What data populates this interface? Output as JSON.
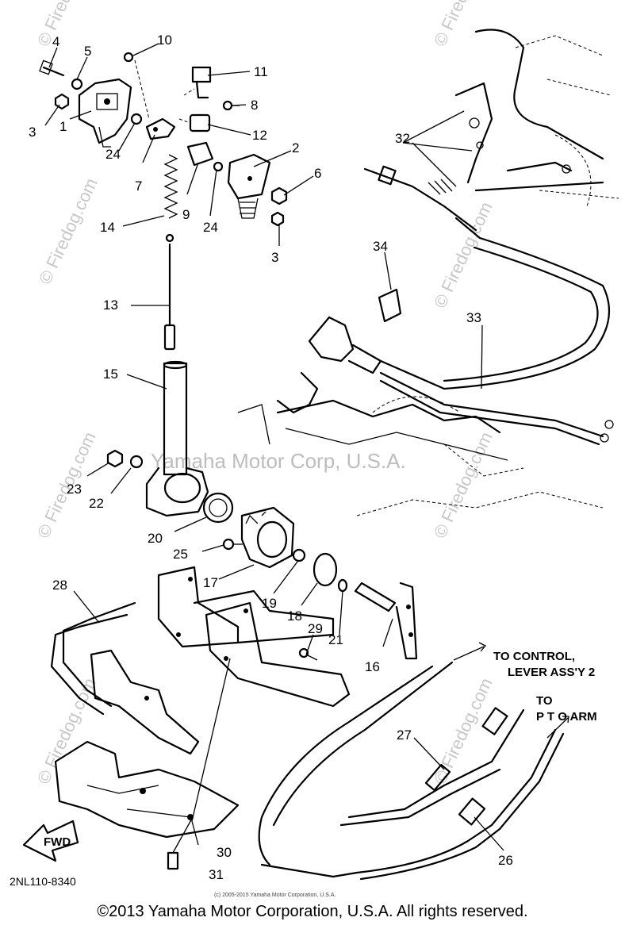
{
  "diagram": {
    "callouts": {
      "c1": "1",
      "c2": "2",
      "c3a": "3",
      "c3b": "3",
      "c4": "4",
      "c5": "5",
      "c6": "6",
      "c7": "7",
      "c8": "8",
      "c9": "9",
      "c10": "10",
      "c11": "11",
      "c12": "12",
      "c13": "13",
      "c14": "14",
      "c15": "15",
      "c16": "16",
      "c17": "17",
      "c18": "18",
      "c19": "19",
      "c20": "20",
      "c21": "21",
      "c22": "22",
      "c23": "23",
      "c24a": "24",
      "c24b": "24",
      "c25": "25",
      "c26": "26",
      "c27": "27",
      "c28": "28",
      "c29": "29",
      "c30": "30",
      "c31": "31",
      "c32": "32",
      "c33": "33",
      "c34": "34"
    },
    "notes": {
      "to_control_line1": "TO CONTROL,",
      "to_control_line2": "LEVER ASS'Y 2",
      "to_pto_line1": "TO",
      "to_pto_line2": "P T O ARM"
    },
    "fwd_label": "FWD",
    "diagram_code": "2NL110-8340",
    "watermarks": {
      "firedog": "© Firedog.com",
      "yamaha": "Yamaha Motor Corp, U.S.A."
    },
    "small_print": "(c) 2005-2015 Yamaha Motor Corporation, U.S.A."
  },
  "footer": {
    "copyright": "©2013 Yamaha Motor Corporation, U.S.A. All rights reserved."
  }
}
